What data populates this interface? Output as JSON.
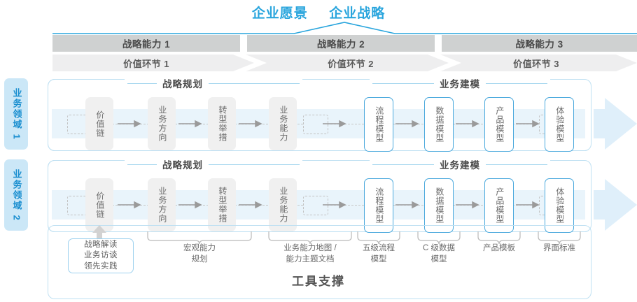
{
  "header": {
    "vision_label": "企业愿景",
    "strategy_label": "企业战略"
  },
  "capability_bars": [
    {
      "label": "战略能力 1"
    },
    {
      "label": "战略能力 2"
    },
    {
      "label": "战略能力 3"
    }
  ],
  "value_chain_bars": [
    {
      "label": "价值环节 1"
    },
    {
      "label": "价值环节 2"
    },
    {
      "label": "价值环节 3"
    }
  ],
  "domains": [
    {
      "tab_label": "业务领域 1",
      "sections": [
        {
          "title": "战略规划"
        },
        {
          "title": "业务建模"
        }
      ],
      "nodes": [
        {
          "label": "价值链",
          "style": "gray"
        },
        {
          "label": "业务方向",
          "style": "gray"
        },
        {
          "label": "转型举措",
          "style": "gray"
        },
        {
          "label": "业务能力",
          "style": "gray"
        },
        {
          "label": "流程模型",
          "style": "blue"
        },
        {
          "label": "数据模型",
          "style": "blue"
        },
        {
          "label": "产品模型",
          "style": "blue"
        },
        {
          "label": "体验模型",
          "style": "blue"
        }
      ]
    },
    {
      "tab_label": "业务领域 2",
      "sections": [
        {
          "title": "战略规划"
        },
        {
          "title": "业务建模"
        }
      ],
      "nodes": [
        {
          "label": "价值链",
          "style": "gray"
        },
        {
          "label": "业务方向",
          "style": "gray"
        },
        {
          "label": "转型举措",
          "style": "gray"
        },
        {
          "label": "业务能力",
          "style": "gray"
        },
        {
          "label": "流程模型",
          "style": "blue"
        },
        {
          "label": "数据模型",
          "style": "blue"
        },
        {
          "label": "产品模型",
          "style": "blue"
        },
        {
          "label": "体验模型",
          "style": "blue"
        }
      ]
    }
  ],
  "deliverables": {
    "note_box": {
      "line1": "战略解读",
      "line2": "业务访谈",
      "line3": "领先实践"
    },
    "labels": [
      {
        "line1": "宏观能力",
        "line2": "规划"
      },
      {
        "line1": "业务能力地图 /",
        "line2": "能力主题文档"
      },
      {
        "line1": "五级流程",
        "line2": "模型"
      },
      {
        "line1": "C 级数据",
        "line2": "模型"
      },
      {
        "line1": "产品模板",
        "line2": ""
      },
      {
        "line1": "界面标准",
        "line2": ""
      }
    ]
  },
  "footer": {
    "tool_support_label": "工具支撑"
  },
  "colors": {
    "accent_blue": "#29a5dd",
    "node_blue_border": "#4ba9dd",
    "band_blue": "#e9f4fb",
    "tab_blue": "#cbe7f7",
    "cap_bar_gray": "#cfd1d1",
    "vc_bar_gray": "#eeeeef",
    "node_gray": "#f0f0f0",
    "text_gray": "#6b6b6b"
  }
}
